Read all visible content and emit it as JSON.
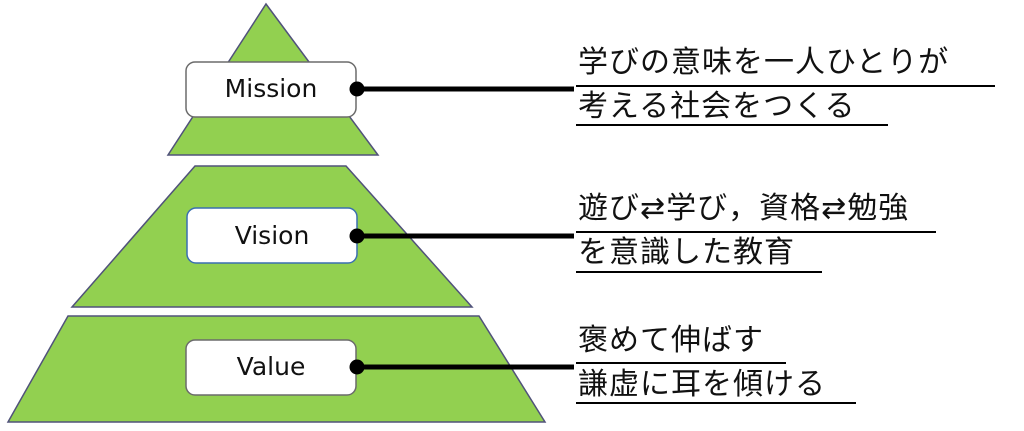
{
  "pyramid": {
    "fill_color": "#92d050",
    "tiers": [
      {
        "label": "Mission",
        "description": [
          "学びの意味を一人ひとりが",
          "考える社会をつくる"
        ]
      },
      {
        "label": "Vision",
        "description": [
          "遊び⇄学び，資格⇄勉強",
          "を意識した教育"
        ]
      },
      {
        "label": "Value",
        "description": [
          "褒めて伸ばす",
          "謙虚に耳を傾ける"
        ]
      }
    ]
  }
}
